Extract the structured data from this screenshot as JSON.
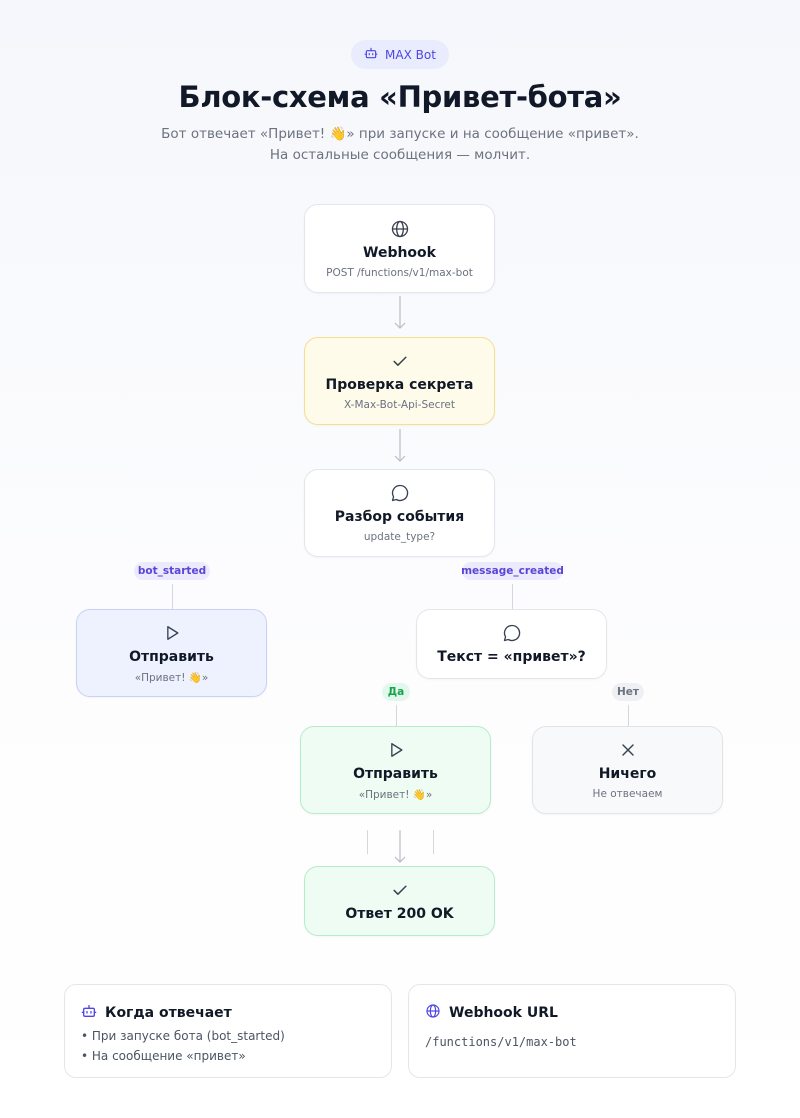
{
  "header": {
    "badge": "MAX Bot",
    "title": "Блок-схема «Привет-бота»",
    "subtitle_line1": "Бот отвечает «Привет! 👋» при запуске и на сообщение «привет».",
    "subtitle_line2": "На остальные сообщения — молчит."
  },
  "nodes": {
    "webhook": {
      "title": "Webhook",
      "subtitle": "POST /functions/v1/max-bot"
    },
    "secret": {
      "title": "Проверка секрета",
      "subtitle": "X-Max-Bot-Api-Secret"
    },
    "parse": {
      "title": "Разбор события",
      "subtitle": "update_type?"
    },
    "send_start": {
      "title": "Отправить",
      "subtitle": "«Привет! 👋»"
    },
    "text_check": {
      "title": "Текст = «привет»?"
    },
    "send_yes": {
      "title": "Отправить",
      "subtitle": "«Привет! 👋»"
    },
    "nothing": {
      "title": "Ничего",
      "subtitle": "Не отвечаем"
    },
    "ok": {
      "title": "Ответ 200 OK"
    }
  },
  "tags": {
    "bot_started": "bot_started",
    "message_created": "message_created",
    "yes": "Да",
    "no": "Нет"
  },
  "cards": {
    "when": {
      "title": "Когда отвечает",
      "items": [
        "• При запуске бота (bot_started)",
        "• На сообщение «привет»"
      ]
    },
    "url": {
      "title": "Webhook URL",
      "value": "/functions/v1/max-bot"
    }
  },
  "colors": {
    "accent": "#4f46e5",
    "yellow_node": "#fefbea",
    "blue_node": "#eef2fe",
    "green_node": "#eefcf3",
    "gray_node": "#f8f9fa"
  },
  "icons": {
    "badge": "bot-icon",
    "webhook": "globe-icon",
    "secret": "check-icon",
    "parse": "message-icon",
    "send": "play-icon",
    "nothing": "x-icon",
    "ok": "check-icon"
  }
}
